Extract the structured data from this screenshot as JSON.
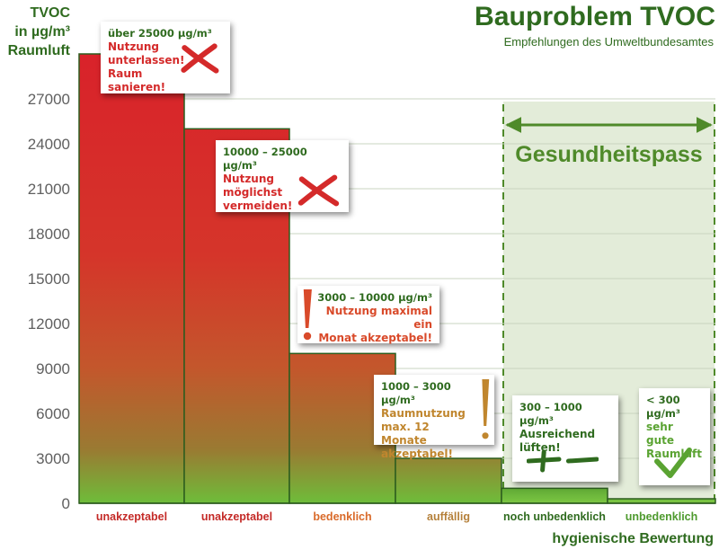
{
  "chart_data": {
    "type": "bar",
    "title": "Bauproblem TVOC",
    "subtitle": "Empfehlungen des Umweltbundesamtes",
    "ylabel": "TVOC\nin µg/m³\nRaumluft",
    "xlabel": "hygienische Bewertung",
    "ylim": [
      0,
      30000
    ],
    "yticks": [
      0,
      3000,
      6000,
      9000,
      12000,
      15000,
      18000,
      21000,
      24000,
      27000
    ],
    "categories": [
      "unakzeptabel",
      "unakzeptabel",
      "bedenklich",
      "auffällig",
      "noch unbedenklich",
      "unbedenklich"
    ],
    "values": [
      30000,
      25000,
      10000,
      3000,
      1000,
      300
    ],
    "category_colors": [
      "#c42a27",
      "#c42a27",
      "#d96a2a",
      "#b5803a",
      "#2f6b1f",
      "#4e9a2e"
    ],
    "grid": true,
    "zone_label": "Gesundheitspass"
  },
  "annotations": [
    {
      "range": "über 25000 µg/m³",
      "advice": "Nutzung\nunterlassen!\nRaum sanieren!",
      "color": "#d42a2a",
      "icon": "cross-icon"
    },
    {
      "range": "10000 – 25000 µg/m³",
      "advice": "Nutzung möglichst\nvermeiden!",
      "color": "#d42a2a",
      "icon": "cross-icon"
    },
    {
      "range": "3000 – 10000 µg/m³",
      "advice": "Nutzung maximal ein\nMonat akzeptabel!",
      "color": "#d94a2a",
      "icon": "exclamation-icon"
    },
    {
      "range": "1000 – 3000 µg/m³",
      "advice": "Raumnutzung\nmax. 12 Monate\nakzeptabel!",
      "color": "#c0862e",
      "icon": "exclamation-icon"
    },
    {
      "range": "300 – 1000 µg/m³",
      "advice": "Ausreichend\nlüften!",
      "color": "#2f6b1f",
      "icon": "plus-minus-icon"
    },
    {
      "range": "< 300 µg/m³",
      "advice": "sehr gute\nRaumluft",
      "color": "#5aa332",
      "icon": "check-icon"
    }
  ]
}
